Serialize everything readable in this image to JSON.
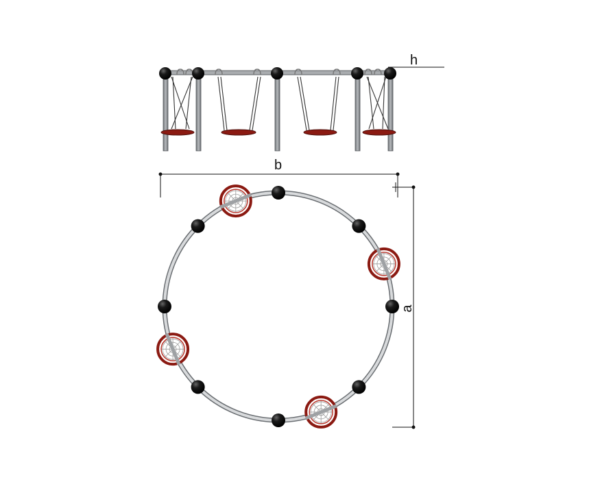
{
  "dimensions": {
    "height_label": "h",
    "width_label": "b",
    "diameter_label": "a"
  },
  "colors": {
    "frame": "#8f9296",
    "frame_dark": "#55595d",
    "ball": "#111111",
    "seat": "#8b1a12",
    "seat_ring": "#b8342a",
    "rope": "#333333",
    "line": "#111111",
    "web": "#9a9a9a"
  },
  "plan_view": {
    "posts": 8,
    "nest_seats": 4
  }
}
